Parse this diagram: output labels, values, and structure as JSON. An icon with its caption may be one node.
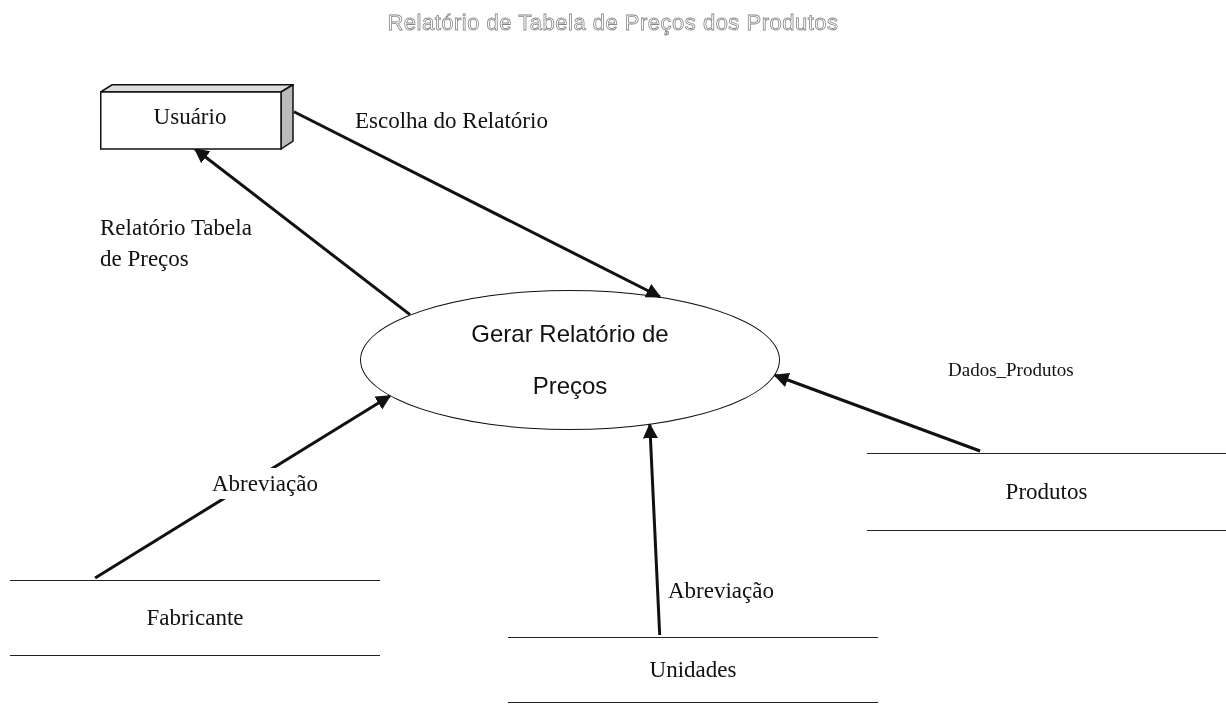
{
  "diagram": {
    "title": "Relatório de Tabela de Preços dos Produtos",
    "nodes": [
      {
        "text": [
          "Usuário"
        ]
      },
      {
        "text": [
          "Gerar Relatório de Preços"
        ]
      },
      {
        "text": [
          "Fabricante"
        ]
      },
      {
        "text": [
          "Unidades"
        ]
      },
      {
        "text": [
          "Produtos"
        ]
      }
    ],
    "edges": [
      {
        "from": 0,
        "to": 1,
        "arrow": "to",
        "label": "Escolha do Relatório"
      },
      {
        "from": 1,
        "to": 0,
        "arrow": "to",
        "label": "Relatório Tabela de Preços"
      },
      {
        "from": 2,
        "to": 1,
        "arrow": "to",
        "label": "Abreviação"
      },
      {
        "from": 3,
        "to": 1,
        "arrow": "to",
        "label": "Abreviação"
      },
      {
        "from": 4,
        "to": 1,
        "arrow": "to",
        "label": "Dados_Produtos"
      }
    ]
  }
}
